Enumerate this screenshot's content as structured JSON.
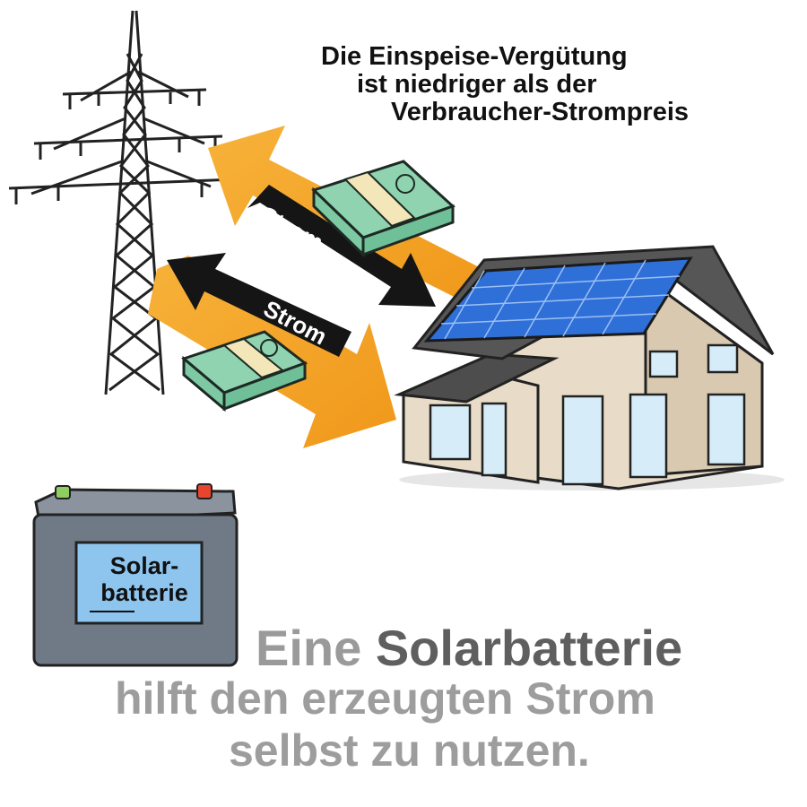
{
  "top_note": {
    "line1": "Die Einspeise-Vergütung",
    "line2": "ist niedriger als der",
    "line3": "Verbraucher-Strompreis"
  },
  "arrows": {
    "upper_label": "Strom",
    "lower_label": "Strom"
  },
  "battery": {
    "label_line1": "Solar-",
    "label_line2": "batterie"
  },
  "headline": {
    "word1": "Eine ",
    "word2": "Solarbatterie",
    "line2": "hilft den erzeugten Strom",
    "line3": "selbst zu nutzen."
  },
  "colors": {
    "arrow_orange": "#f5a623",
    "arrow_black": "#151515",
    "panel_blue": "#2f6fd8",
    "roof_gray": "#5a5a5a",
    "wall_beige": "#e8dcc8",
    "battery_gray": "#707a86",
    "battery_label_blue": "#8ec5ef",
    "money_green": "#8fd3b0"
  }
}
